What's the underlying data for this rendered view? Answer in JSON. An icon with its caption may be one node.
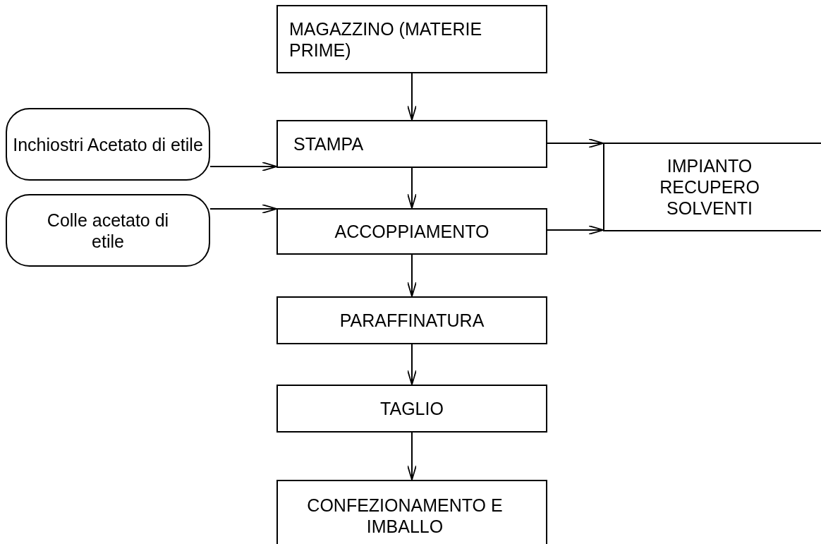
{
  "diagram": {
    "nodes": [
      {
        "text": [
          "MAGAZZINO (MATERIE PRIME)"
        ]
      },
      {
        "text": [
          "Inchiostri Acetato di etile"
        ]
      },
      {
        "text": [
          "STAMPA"
        ]
      },
      {
        "text": [
          "Colle acetato di etile"
        ]
      },
      {
        "text": [
          "ACCOPPIAMENTO"
        ]
      },
      {
        "text": [
          "IMPIANTO RECUPERO SOLVENTI"
        ]
      },
      {
        "text": [
          "PARAFFINATURA"
        ]
      },
      {
        "text": [
          "TAGLIO"
        ]
      },
      {
        "text": [
          "CONFEZIONAMENTO E IMBALLO"
        ]
      }
    ],
    "edges": [
      {
        "from": 0,
        "to": 2,
        "arrow": "to"
      },
      {
        "from": 1,
        "to": 2,
        "arrow": "to"
      },
      {
        "from": 2,
        "to": 4,
        "arrow": "to"
      },
      {
        "from": 3,
        "to": 4,
        "arrow": "to"
      },
      {
        "from": 2,
        "to": 5,
        "arrow": "to"
      },
      {
        "from": 4,
        "to": 5,
        "arrow": "to"
      },
      {
        "from": 4,
        "to": 6,
        "arrow": "to"
      },
      {
        "from": 6,
        "to": 7,
        "arrow": "to"
      },
      {
        "from": 7,
        "to": 8,
        "arrow": "to"
      }
    ]
  }
}
